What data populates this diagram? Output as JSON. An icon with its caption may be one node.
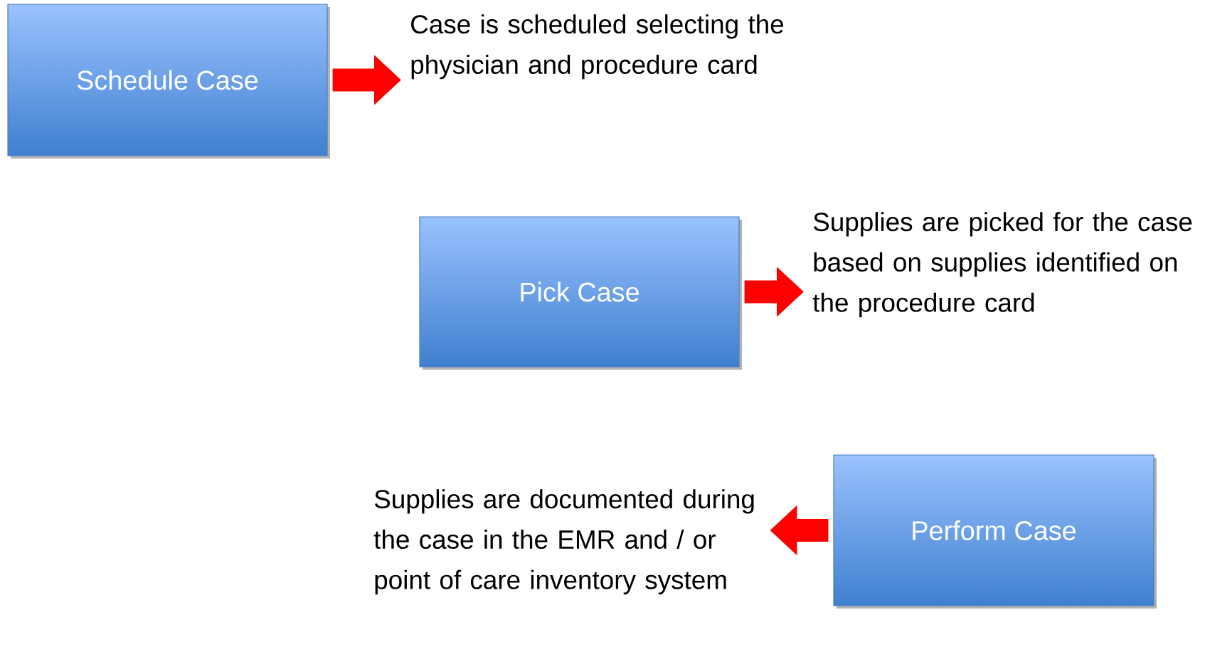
{
  "diagram": {
    "nodes": [
      {
        "text": [
          "Schedule Case"
        ]
      },
      {
        "text": [
          "Case is scheduled selecting the physician and procedure card"
        ]
      },
      {
        "text": [
          "Pick Case"
        ]
      },
      {
        "text": [
          "Supplies are picked for the case based on supplies identified on the procedure card"
        ]
      },
      {
        "text": [
          "Perform Case"
        ]
      },
      {
        "text": [
          "Supplies are documented during the case in the EMR and / or point of care inventory system"
        ]
      }
    ],
    "edges": [
      {
        "from": 0,
        "to": 1,
        "arrow": "to"
      },
      {
        "from": 2,
        "to": 3,
        "arrow": "to"
      },
      {
        "from": 4,
        "to": 5,
        "arrow": "to"
      }
    ]
  }
}
